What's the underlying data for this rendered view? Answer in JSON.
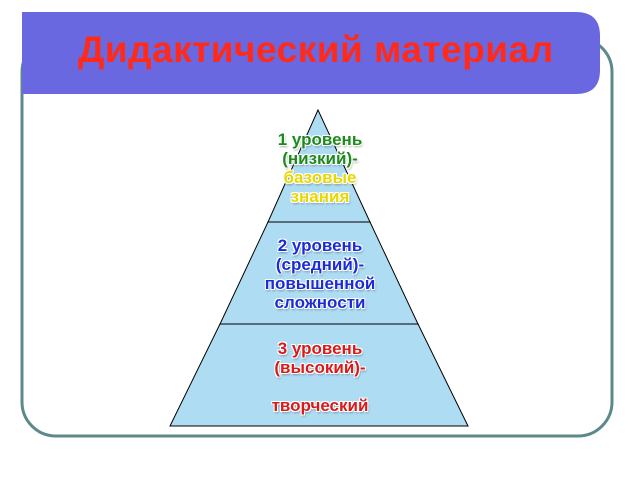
{
  "slide": {
    "title": "Дидактический материал",
    "colors": {
      "header_band": "#6a68e0",
      "frame_border": "#5c8a8a",
      "pyramid_fill": "#aedcf3",
      "title_text": "#ff2a1a"
    }
  },
  "pyramid": {
    "levels": [
      {
        "line1": "1 уровень",
        "line2": "(низкий)-",
        "line3": "базовые",
        "line4": "знания"
      },
      {
        "line1": "2 уровень",
        "line2": "(средний)-",
        "line3": "повышенной",
        "line4": "сложности"
      },
      {
        "line1": "3 уровень",
        "line2": "(высокий)-",
        "line3": "творческий"
      }
    ]
  }
}
